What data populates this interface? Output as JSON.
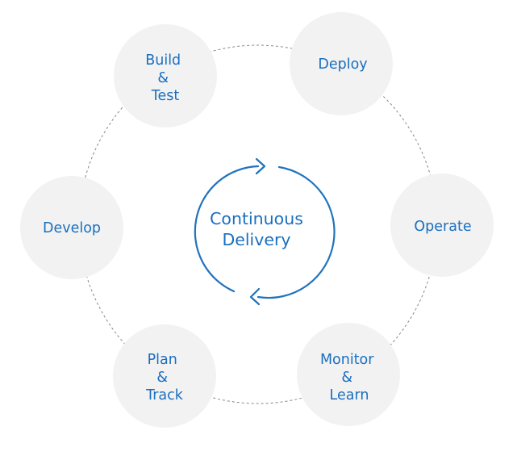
{
  "center": {
    "line1": "Continuous",
    "line2": "Delivery"
  },
  "stages": [
    {
      "lines": [
        "Build",
        "&",
        "Test"
      ]
    },
    {
      "lines": [
        "Deploy"
      ]
    },
    {
      "lines": [
        "Operate"
      ]
    },
    {
      "lines": [
        "Monitor",
        "&",
        "Learn"
      ]
    },
    {
      "lines": [
        "Plan",
        "&",
        "Track"
      ]
    },
    {
      "lines": [
        "Develop"
      ]
    }
  ],
  "colors": {
    "text": "#1a6fbf",
    "arrow": "#1f73bd",
    "circle_fill": "#f2f2f2",
    "dashed_ring": "#888888"
  }
}
